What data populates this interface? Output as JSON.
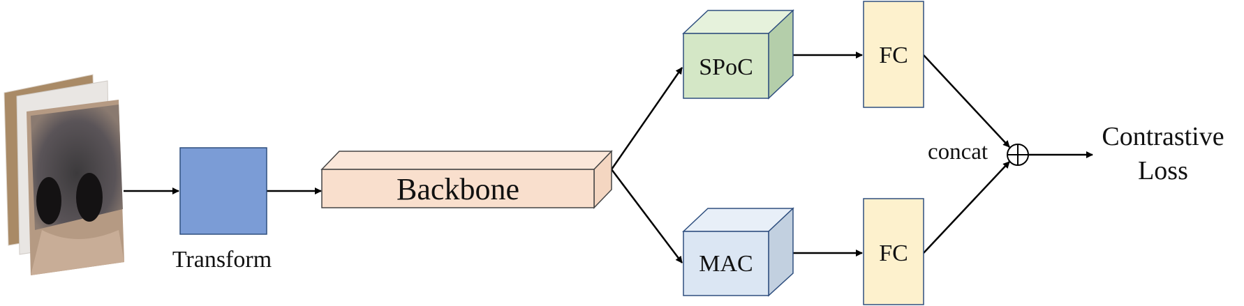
{
  "labels": {
    "transform": "Transform",
    "backbone": "Backbone",
    "spoc": "SPoC",
    "mac": "MAC",
    "fc_top": "FC",
    "fc_bottom": "FC",
    "concat": "concat",
    "loss_line1": "Contrastive",
    "loss_line2": "Loss"
  },
  "colors": {
    "transform": "#7b9cd6",
    "backbone_front": "#f9dfcd",
    "spoc_front": "#d4e7c6",
    "spoc_side": "#b4ceaa",
    "mac_front": "#dbe6f3",
    "mac_side": "#c2d0e0",
    "fc": "#fdf1cd",
    "border": "#2f4f7f",
    "arrow": "#000000"
  },
  "icons": {
    "input": "dog-nose-image-stack",
    "merge": "circled-plus-icon"
  }
}
